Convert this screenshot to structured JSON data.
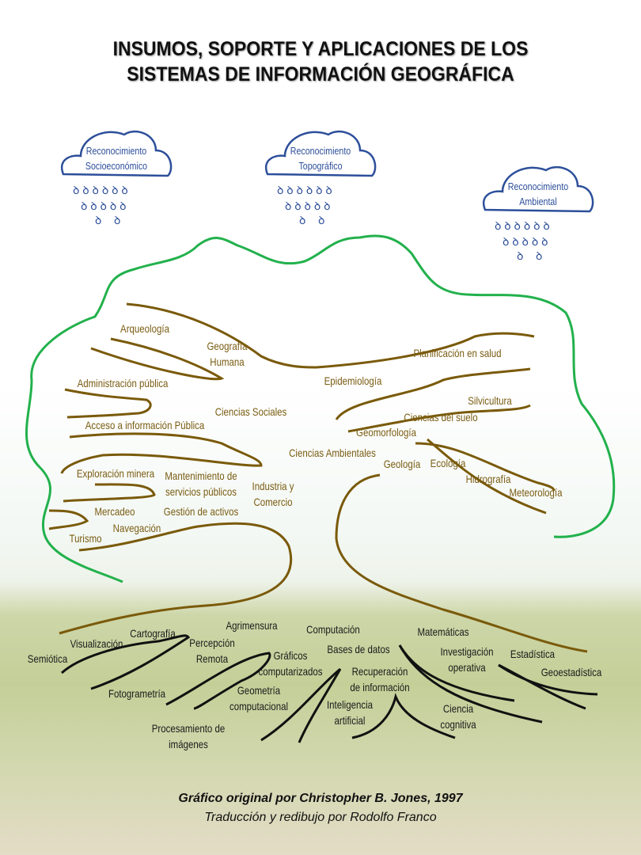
{
  "title": {
    "line1": "INSUMOS, SOPORTE Y APLICACIONES DE LOS",
    "line2": "SISTEMAS DE INFORMACIÓN GEOGRÁFICA"
  },
  "clouds": [
    {
      "line1": "Reconocimiento",
      "line2": "Socioeconómico"
    },
    {
      "line1": "Reconocimiento",
      "line2": "Topográfico"
    },
    {
      "line1": "Reconocimiento",
      "line2": "Ambiental"
    }
  ],
  "branches": {
    "arqueologia": "Arqueología",
    "geografia1": "Geografía",
    "geografia2": "Humana",
    "admin": "Administración pública",
    "sociales": "Ciencias Sociales",
    "acceso": "Acceso a información Pública",
    "exploracion": "Exploración minera",
    "mant1": "Mantenimiento de",
    "mant2": "servicios públicos",
    "industria1": "Industria y",
    "industria2": "Comercio",
    "mercadeo": "Mercadeo",
    "gestion": "Gestión de activos",
    "navegacion": "Navegación",
    "turismo": "Turismo",
    "planificacion": "Planificación en salud",
    "epidemiologia": "Epidemiología",
    "silvicultura": "Silvicultura",
    "suelo": "Ciencias del suelo",
    "geomorfologia": "Geomorfología",
    "ambientales": "Ciencias Ambientales",
    "geologia": "Geología",
    "ecologia": "Ecología",
    "hidrografia": "Hidrografía",
    "meteorologia": "Meteorología"
  },
  "roots": {
    "semiotica": "Semiótica",
    "visualizacion": "Visualización",
    "cartografia": "Cartografía",
    "agrimensura": "Agrimensura",
    "percepcion1": "Percepción",
    "percepcion2": "Remota",
    "fotogrametria": "Fotogrametría",
    "graficos1": "Gráficos",
    "graficos2": "computarizados",
    "computacion": "Computación",
    "bases": "Bases de datos",
    "geometria1": "Geometría",
    "geometria2": "computacional",
    "procesamiento1": "Procesamiento de",
    "procesamiento2": "imágenes",
    "recuperacion1": "Recuperación",
    "recuperacion2": "de información",
    "inteligencia1": "Inteligencia",
    "inteligencia2": "artificial",
    "matematicas": "Matemáticas",
    "investigacion1": "Investigación",
    "investigacion2": "operativa",
    "estadistica": "Estadística",
    "geoestadistica": "Geoestadística",
    "ciencia1": "Ciencia",
    "ciencia2": "cognitiva"
  },
  "credits": {
    "line1": "Gráfico original por Christopher B. Jones, 1997",
    "line2": "Traducción y redibujo por Rodolfo Franco"
  },
  "colors": {
    "canopy": "#22b14c",
    "branch": "#7a5a0a",
    "root": "#111111",
    "cloud": "#2d4f9a"
  }
}
